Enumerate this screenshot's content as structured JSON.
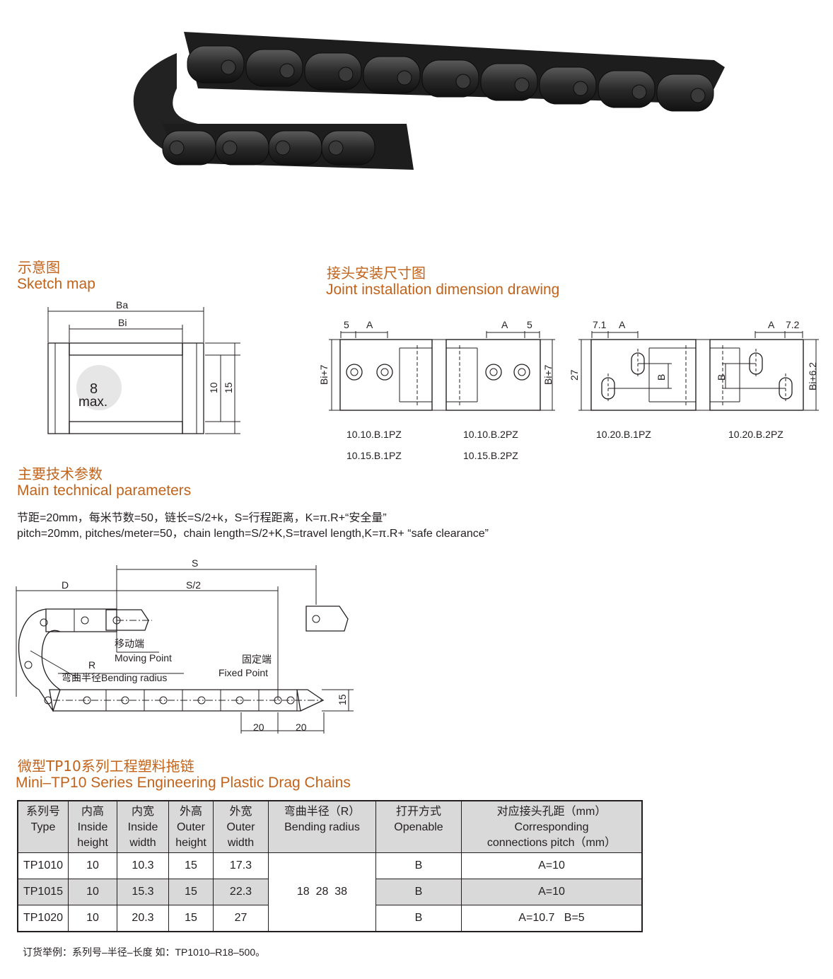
{
  "sketch": {
    "title_cn": "示意图",
    "title_en": "Sketch map",
    "label_ba": "Ba",
    "label_bi": "Bi",
    "label_8": "8",
    "label_max": "max.",
    "label_10": "10",
    "label_15": "15"
  },
  "joint": {
    "title_cn": "接头安装尺寸图",
    "title_en": "Joint installation dimension drawing",
    "dim_5": "5",
    "dim_a": "A",
    "dim_71": "7.1",
    "dim_72": "7.2",
    "dim_b": "B",
    "dim_bi7": "Bi+7",
    "dim_27": "27",
    "dim_bi62": "Bi+6.2",
    "codes": {
      "c1": "10.10.B.1PZ",
      "c2": "10.15.B.1PZ",
      "c3": "10.10.B.2PZ",
      "c4": "10.15.B.2PZ",
      "c5": "10.20.B.1PZ",
      "c6": "10.20.B.2PZ"
    }
  },
  "params": {
    "title_cn": "主要技术参数",
    "title_en": "Main technical parameters",
    "line_cn": "节距=20mm，每米节数=50，链长=S/2+k，S=行程距离，K=π.R+“安全量”",
    "line_en": "pitch=20mm, pitches/meter=50，chain length=S/2+K,S=travel length,K=π.R+ “safe clearance”"
  },
  "layout_drawing": {
    "label_s": "S",
    "label_s2": "S/2",
    "label_d": "D",
    "label_r": "R",
    "moving_cn": "移动端",
    "moving_en": "Moving Point",
    "bending_label": "弯曲半径Bending radius",
    "fixed_cn": "固定端",
    "fixed_en": "Fixed Point",
    "dim_20a": "20",
    "dim_20b": "20",
    "dim_15": "15"
  },
  "series": {
    "title_cn": "微型TP10系列工程塑料拖链",
    "title_en": "Mini–TP10 Series Engineering Plastic Drag Chains"
  },
  "table": {
    "headers": [
      [
        "系列号",
        "Type",
        ""
      ],
      [
        "内高",
        "Inside",
        "height"
      ],
      [
        "内宽",
        "Inside",
        "width"
      ],
      [
        "外高",
        "Outer",
        "height"
      ],
      [
        "外宽",
        "Outer",
        "width"
      ],
      [
        "弯曲半径（R）",
        "Bending radius",
        ""
      ],
      [
        "打开方式",
        "Openable",
        ""
      ],
      [
        "对应接头孔距（mm）",
        "Corresponding",
        "connections pitch（mm）"
      ]
    ],
    "rows": [
      {
        "type": "TP1010",
        "ih": "10",
        "iw": "10.3",
        "oh": "15",
        "ow": "17.3",
        "open": "B",
        "pitch": "A=10"
      },
      {
        "type": "TP1015",
        "ih": "10",
        "iw": "15.3",
        "oh": "15",
        "ow": "22.3",
        "open": "B",
        "pitch": "A=10"
      },
      {
        "type": "TP1020",
        "ih": "10",
        "iw": "20.3",
        "oh": "15",
        "ow": "27",
        "open": "B",
        "pitch": "A=10.7   B=5"
      }
    ],
    "bending_radius": "18  28  38"
  },
  "order_example": "订货举例：系列号–半径–长度  如：TP1010–R18–500。"
}
